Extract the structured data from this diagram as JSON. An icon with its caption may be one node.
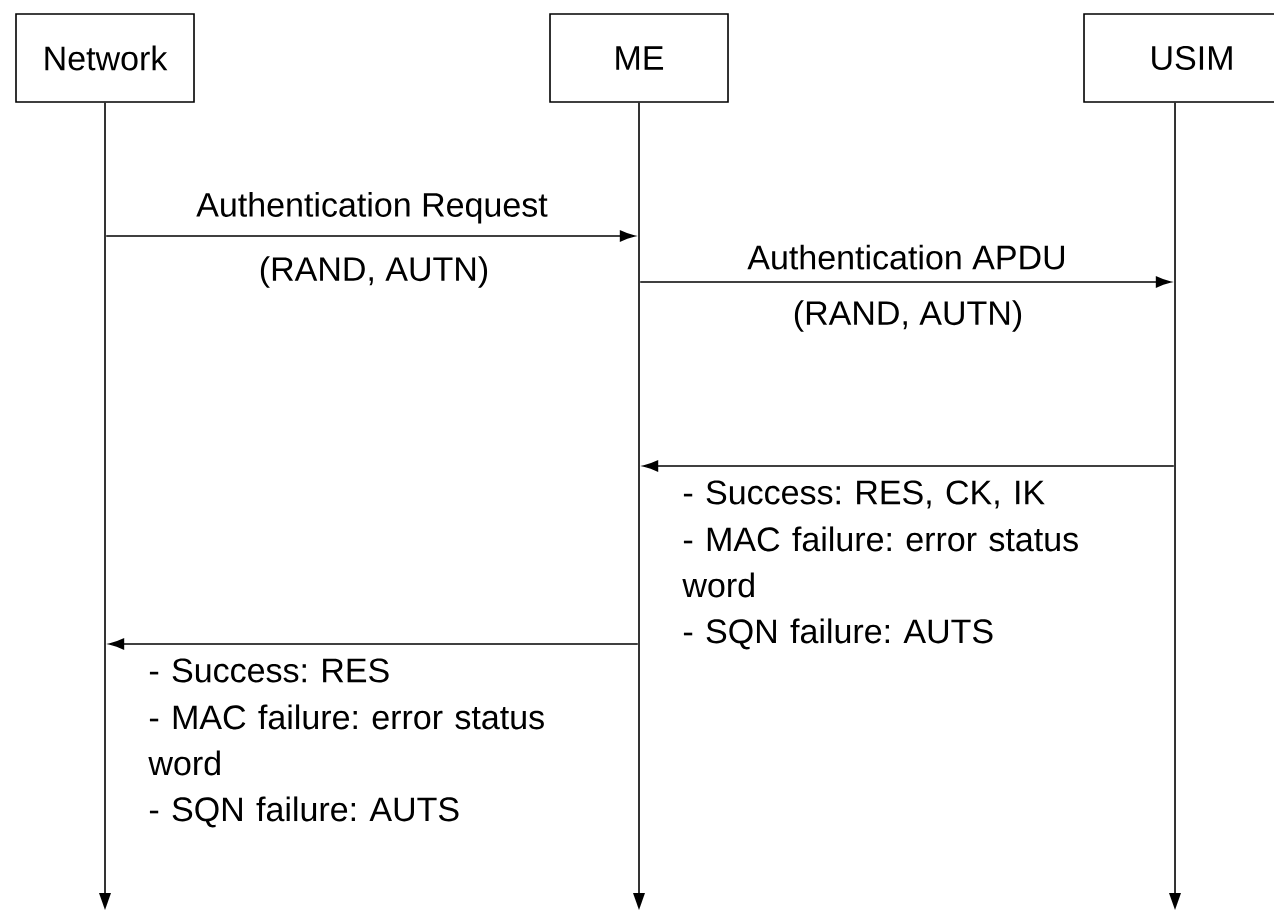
{
  "diagram": {
    "nodes": [
      {
        "text": [
          "Network"
        ]
      },
      {
        "text": [
          "ME"
        ]
      },
      {
        "text": [
          "USIM"
        ]
      },
      {
        "text": [],
        "shape": "bar"
      },
      {
        "text": [],
        "shape": "bar"
      },
      {
        "text": [],
        "shape": "bar"
      }
    ],
    "edges": [
      {
        "from": 3,
        "to": 4,
        "arrow": "to",
        "label": "Authentication Request"
      },
      {
        "from": 4,
        "to": 5,
        "arrow": "to",
        "label": "Authentication APDU"
      },
      {
        "from": 5,
        "to": 4,
        "arrow": "to"
      },
      {
        "from": 4,
        "to": 3,
        "arrow": "to"
      }
    ],
    "labels": [
      "(RAND, AUTN)",
      "(RAND, AUTN)",
      "- Success: RES, CK, IK",
      "- MAC failure: error status word",
      "- SQN failure: AUTS",
      "- Success: RES",
      "- MAC failure: error status word",
      "- SQN failure: AUTS"
    ]
  }
}
